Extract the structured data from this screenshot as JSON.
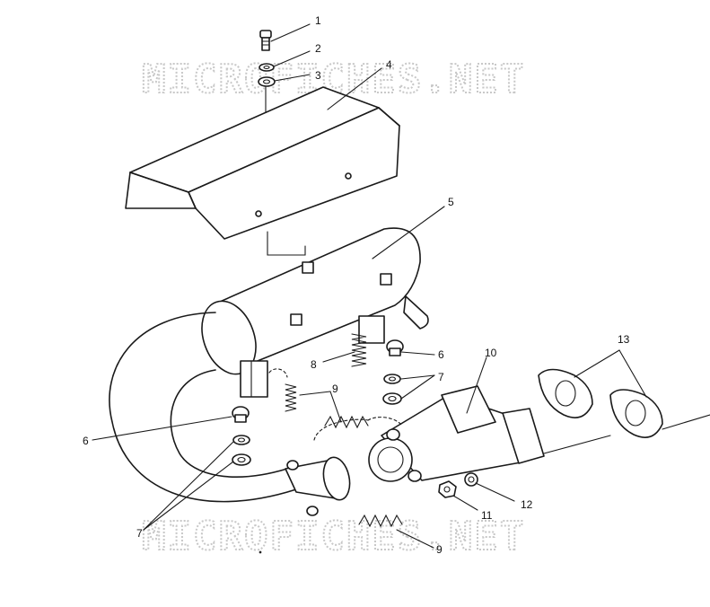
{
  "watermark": {
    "text_top": "MICROFICHES.NET",
    "text_bottom": "MICROFICHES.NET"
  },
  "callouts": {
    "c1": "1",
    "c2": "2",
    "c3": "3",
    "c4": "4",
    "c5": "5",
    "c6a": "6",
    "c6b": "6",
    "c7a": "7",
    "c7b": "7",
    "c8": "8",
    "c9a": "9",
    "c9b": "9",
    "c10": "10",
    "c11": "11",
    "c12": "12",
    "c13": "13"
  }
}
